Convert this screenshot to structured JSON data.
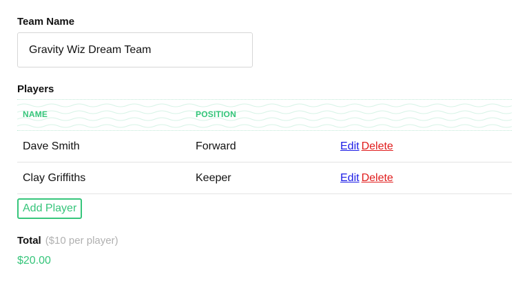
{
  "form": {
    "team_name_label": "Team Name",
    "team_name_value": "Gravity Wiz Dream Team",
    "players_label": "Players"
  },
  "players_table": {
    "columns": [
      "NAME",
      "POSITION"
    ],
    "rows": [
      {
        "name": "Dave Smith",
        "position": "Forward",
        "edit": "Edit",
        "delete": "Delete"
      },
      {
        "name": "Clay Griffiths",
        "position": "Keeper",
        "edit": "Edit",
        "delete": "Delete"
      }
    ]
  },
  "actions": {
    "add_player_label": "Add Player"
  },
  "total": {
    "label": "Total",
    "note": "($10 per player)",
    "amount": "$20.00"
  },
  "colors": {
    "accent": "#35c57a",
    "edit_link": "#1a1ae6",
    "delete_link": "#e01b1b",
    "muted": "#b0b0b0"
  }
}
